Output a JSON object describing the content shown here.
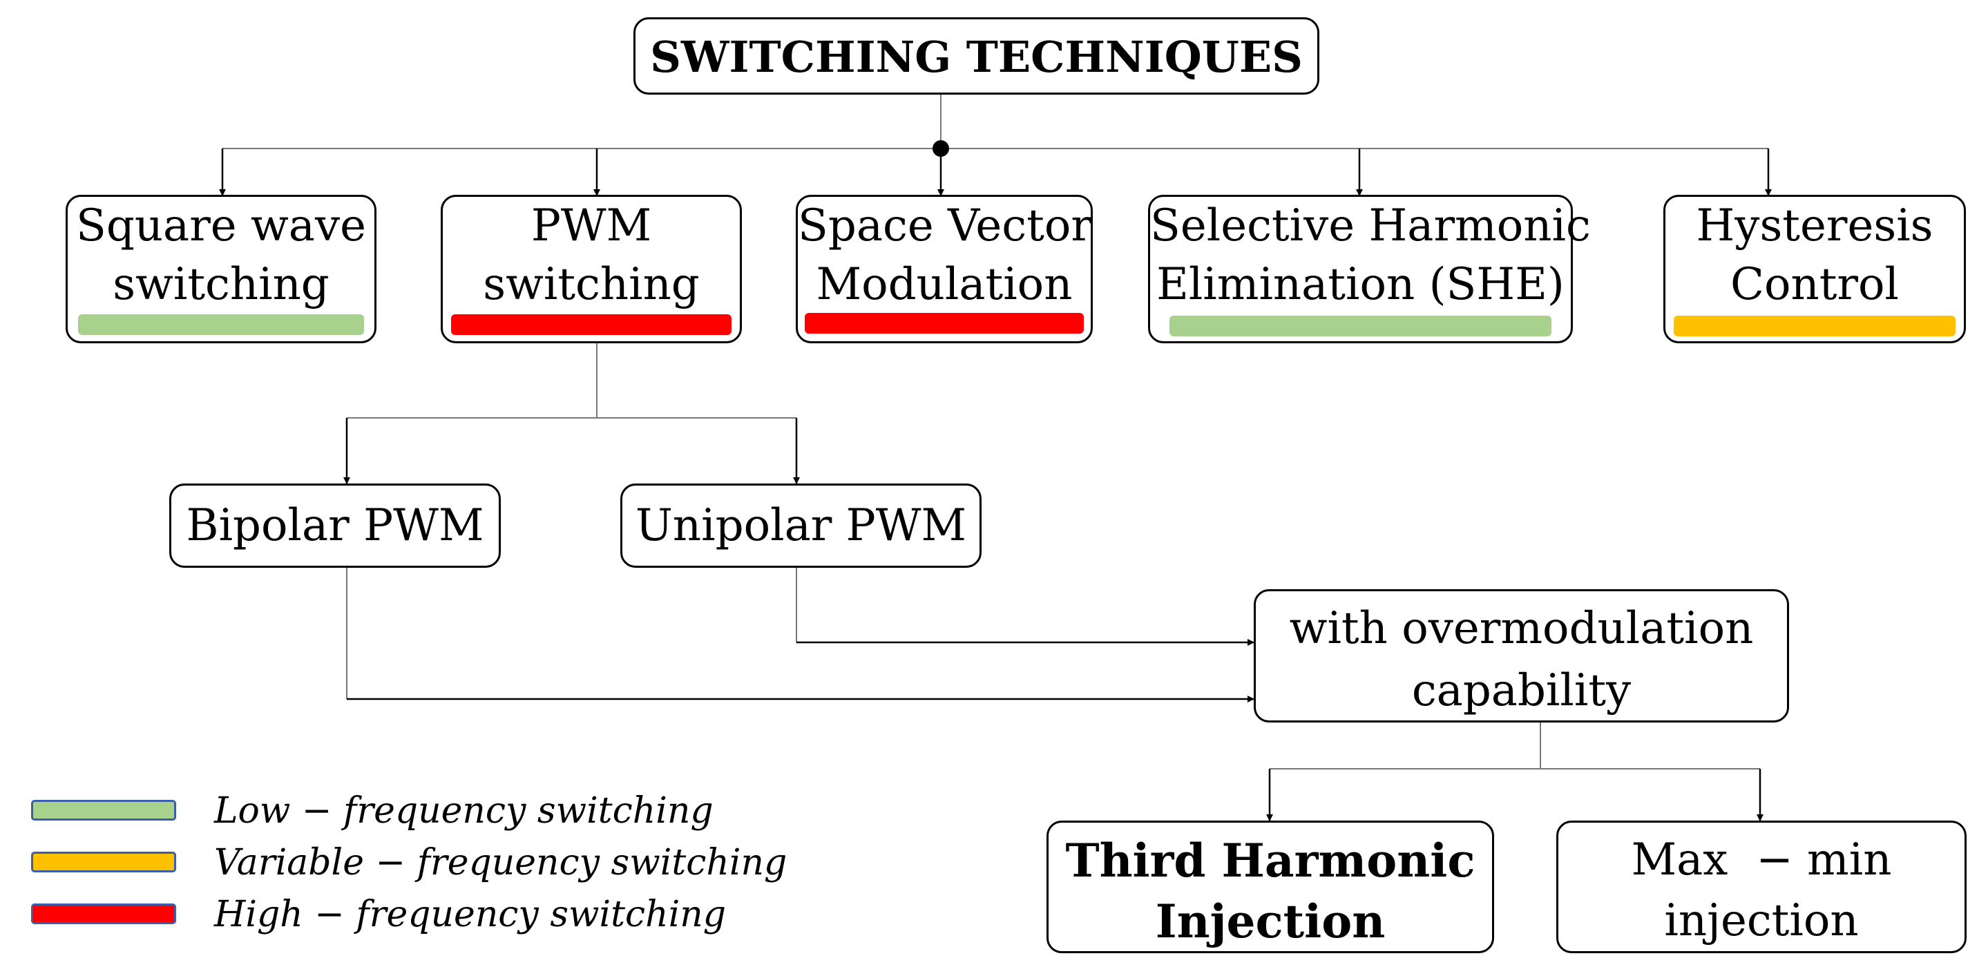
{
  "title": "SWITCHING TECHNIQUES",
  "colors": {
    "low": "#a9d18e",
    "variable": "#ffc000",
    "high": "#ff0000"
  },
  "techniques": [
    {
      "line1": "Square wave",
      "line2": "switching",
      "category": "low"
    },
    {
      "line1": "PWM",
      "line2": "switching",
      "category": "high"
    },
    {
      "line1": "Space Vector",
      "line2": "Modulation",
      "category": "high"
    },
    {
      "line1": "Selective Harmonic",
      "line2": "Elimination (SHE)",
      "category": "low"
    },
    {
      "line1": "Hysteresis",
      "line2": "Control",
      "category": "variable"
    }
  ],
  "pwm_types": {
    "bipolar": "Bipolar PWM",
    "unipolar": "Unipolar PWM"
  },
  "overmodulation": {
    "line1": "with overmodulation",
    "line2": "capability"
  },
  "injection": {
    "third": {
      "line1": "Third Harmonic",
      "line2": "Injection"
    },
    "maxmin": {
      "line1": "Max  − min",
      "line2": "injection"
    }
  },
  "legend": [
    {
      "label": "Low − frequency switching",
      "category": "low"
    },
    {
      "label": "Variable − frequency switching",
      "category": "variable"
    },
    {
      "label": "High − frequency switching",
      "category": "high"
    }
  ]
}
